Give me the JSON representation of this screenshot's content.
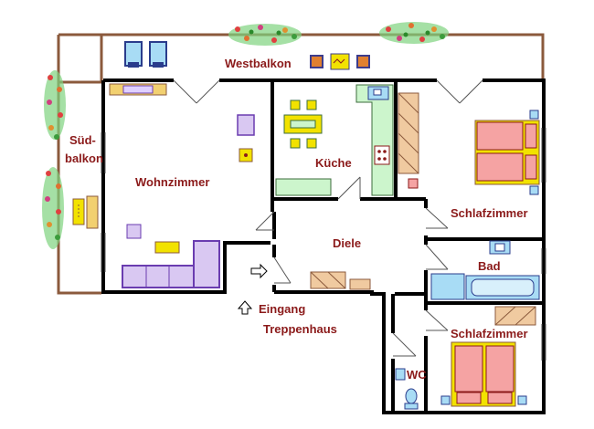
{
  "labels": {
    "westbalkon": "Westbalkon",
    "sued": "Süd-",
    "balkon": "balkon",
    "wohnzimmer": "Wohnzimmer",
    "kueche": "Küche",
    "schlafzimmer1": "Schlafzimmer",
    "diele": "Diele",
    "bad": "Bad",
    "eingang": "Eingang",
    "treppenhaus": "Treppenhaus",
    "schlafzimmer2": "Schlafzimmer",
    "wc": "WC"
  },
  "colors": {
    "wall": "#000000",
    "balcony_rail": "#8b5a3c",
    "label": "#8b1a1a",
    "bed": "#f5a3a3",
    "bed_frame": "#f2e200",
    "sofa": "#d9c8f2",
    "kitchen": "#ccf5cc",
    "bath": "#a8dcf5",
    "cabinet": "#f0caa0"
  },
  "icons": [
    "plant-icon",
    "chair-icon",
    "arrow-right-icon",
    "arrow-up-icon",
    "toilet-icon",
    "sink-icon",
    "stove-icon"
  ]
}
